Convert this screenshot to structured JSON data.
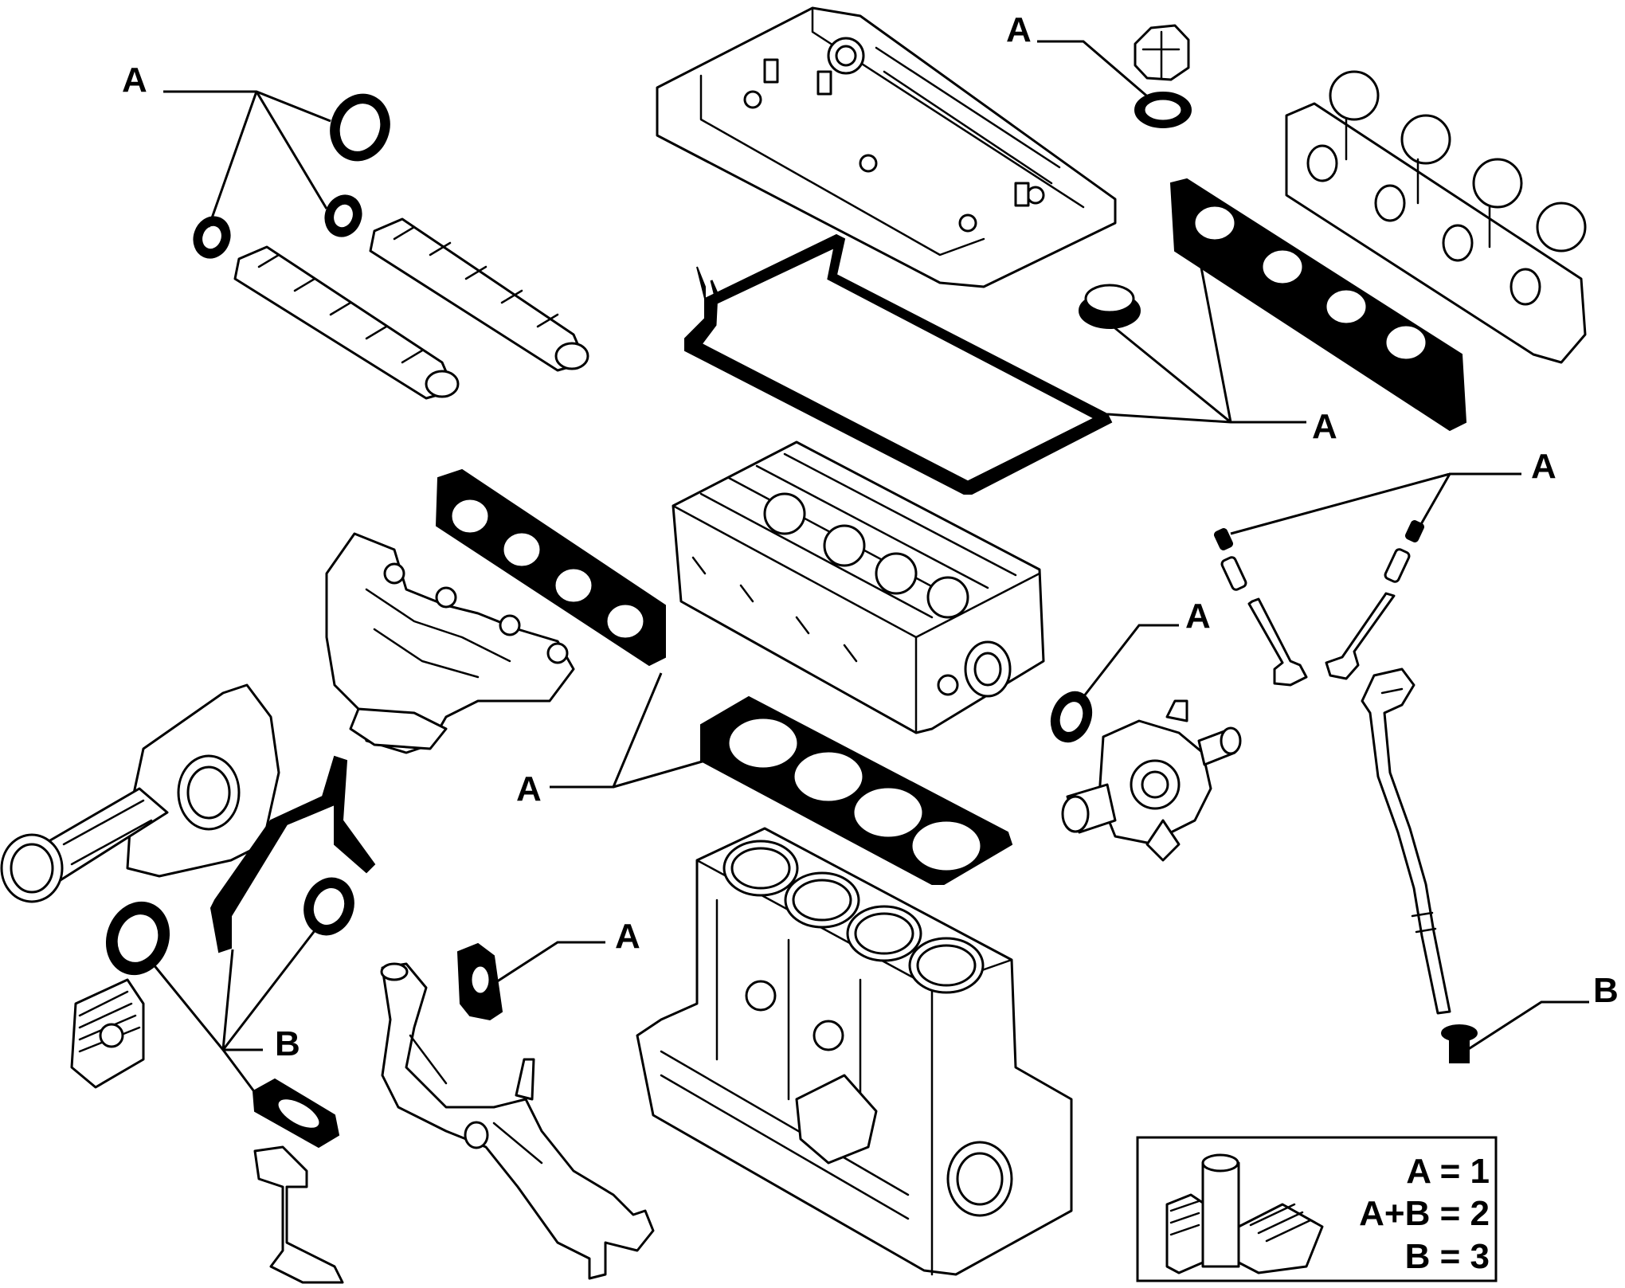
{
  "callouts": {
    "a_camshaft_seals": "A",
    "a_oil_filler_seal": "A",
    "a_cover_gaskets": "A",
    "a_valve_seals": "A",
    "a_thermostat_oring": "A",
    "a_exhaust_gasket": "A",
    "a_water_pipe_gasket": "A",
    "b_oil_seals": "B",
    "b_drain_plug": "B"
  },
  "legend": {
    "line_a": "A = 1",
    "line_ab": "A+B = 2",
    "line_b": "B = 3"
  }
}
